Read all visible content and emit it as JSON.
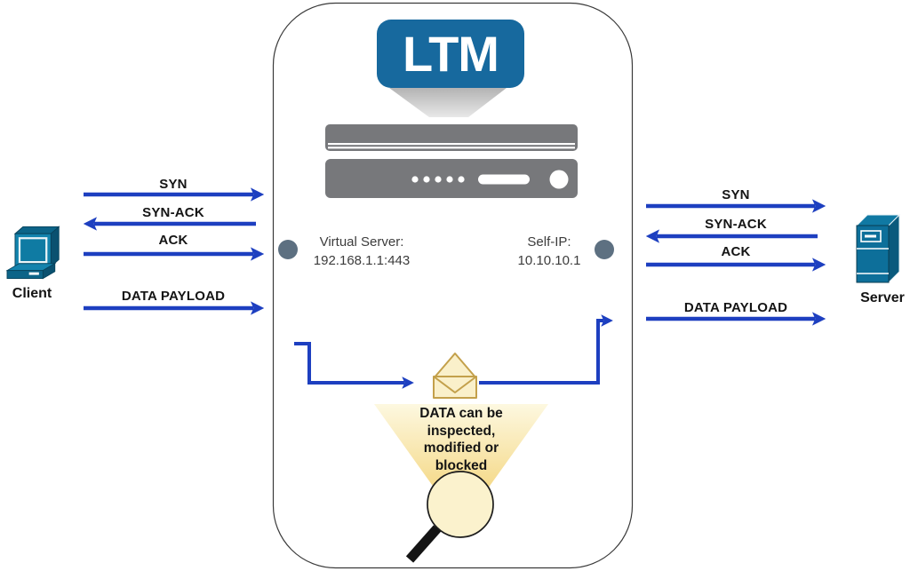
{
  "ltm": {
    "label": "LTM"
  },
  "ltm_device": {
    "virtual_server_title": "Virtual Server:",
    "virtual_server_address": "192.168.1.1:443",
    "self_ip_title": "Self-IP:",
    "self_ip_address": "10.10.10.1"
  },
  "client": {
    "label": "Client",
    "flows": {
      "syn": "SYN",
      "syn_ack": "SYN-ACK",
      "ack": "ACK",
      "data_payload": "DATA PAYLOAD"
    }
  },
  "server": {
    "label": "Server",
    "flows": {
      "syn": "SYN",
      "syn_ack": "SYN-ACK",
      "ack": "ACK",
      "data_payload": "DATA PAYLOAD"
    }
  },
  "inspection": {
    "line1": "DATA can be",
    "line2": "inspected,",
    "line3": "modified or",
    "line4": "blocked"
  },
  "colors": {
    "arrow_blue": "#1d3fc0",
    "ltm_badge_blue": "#17699e",
    "device_gray": "#77787b",
    "port_dot_gray": "#5d7081",
    "icon_teal": "#0f7da7",
    "envelope_fill": "#faf0ca",
    "envelope_stroke": "#c3a04b",
    "funnel_top": "#fdf8e0",
    "funnel_bottom": "#f1cc63"
  }
}
